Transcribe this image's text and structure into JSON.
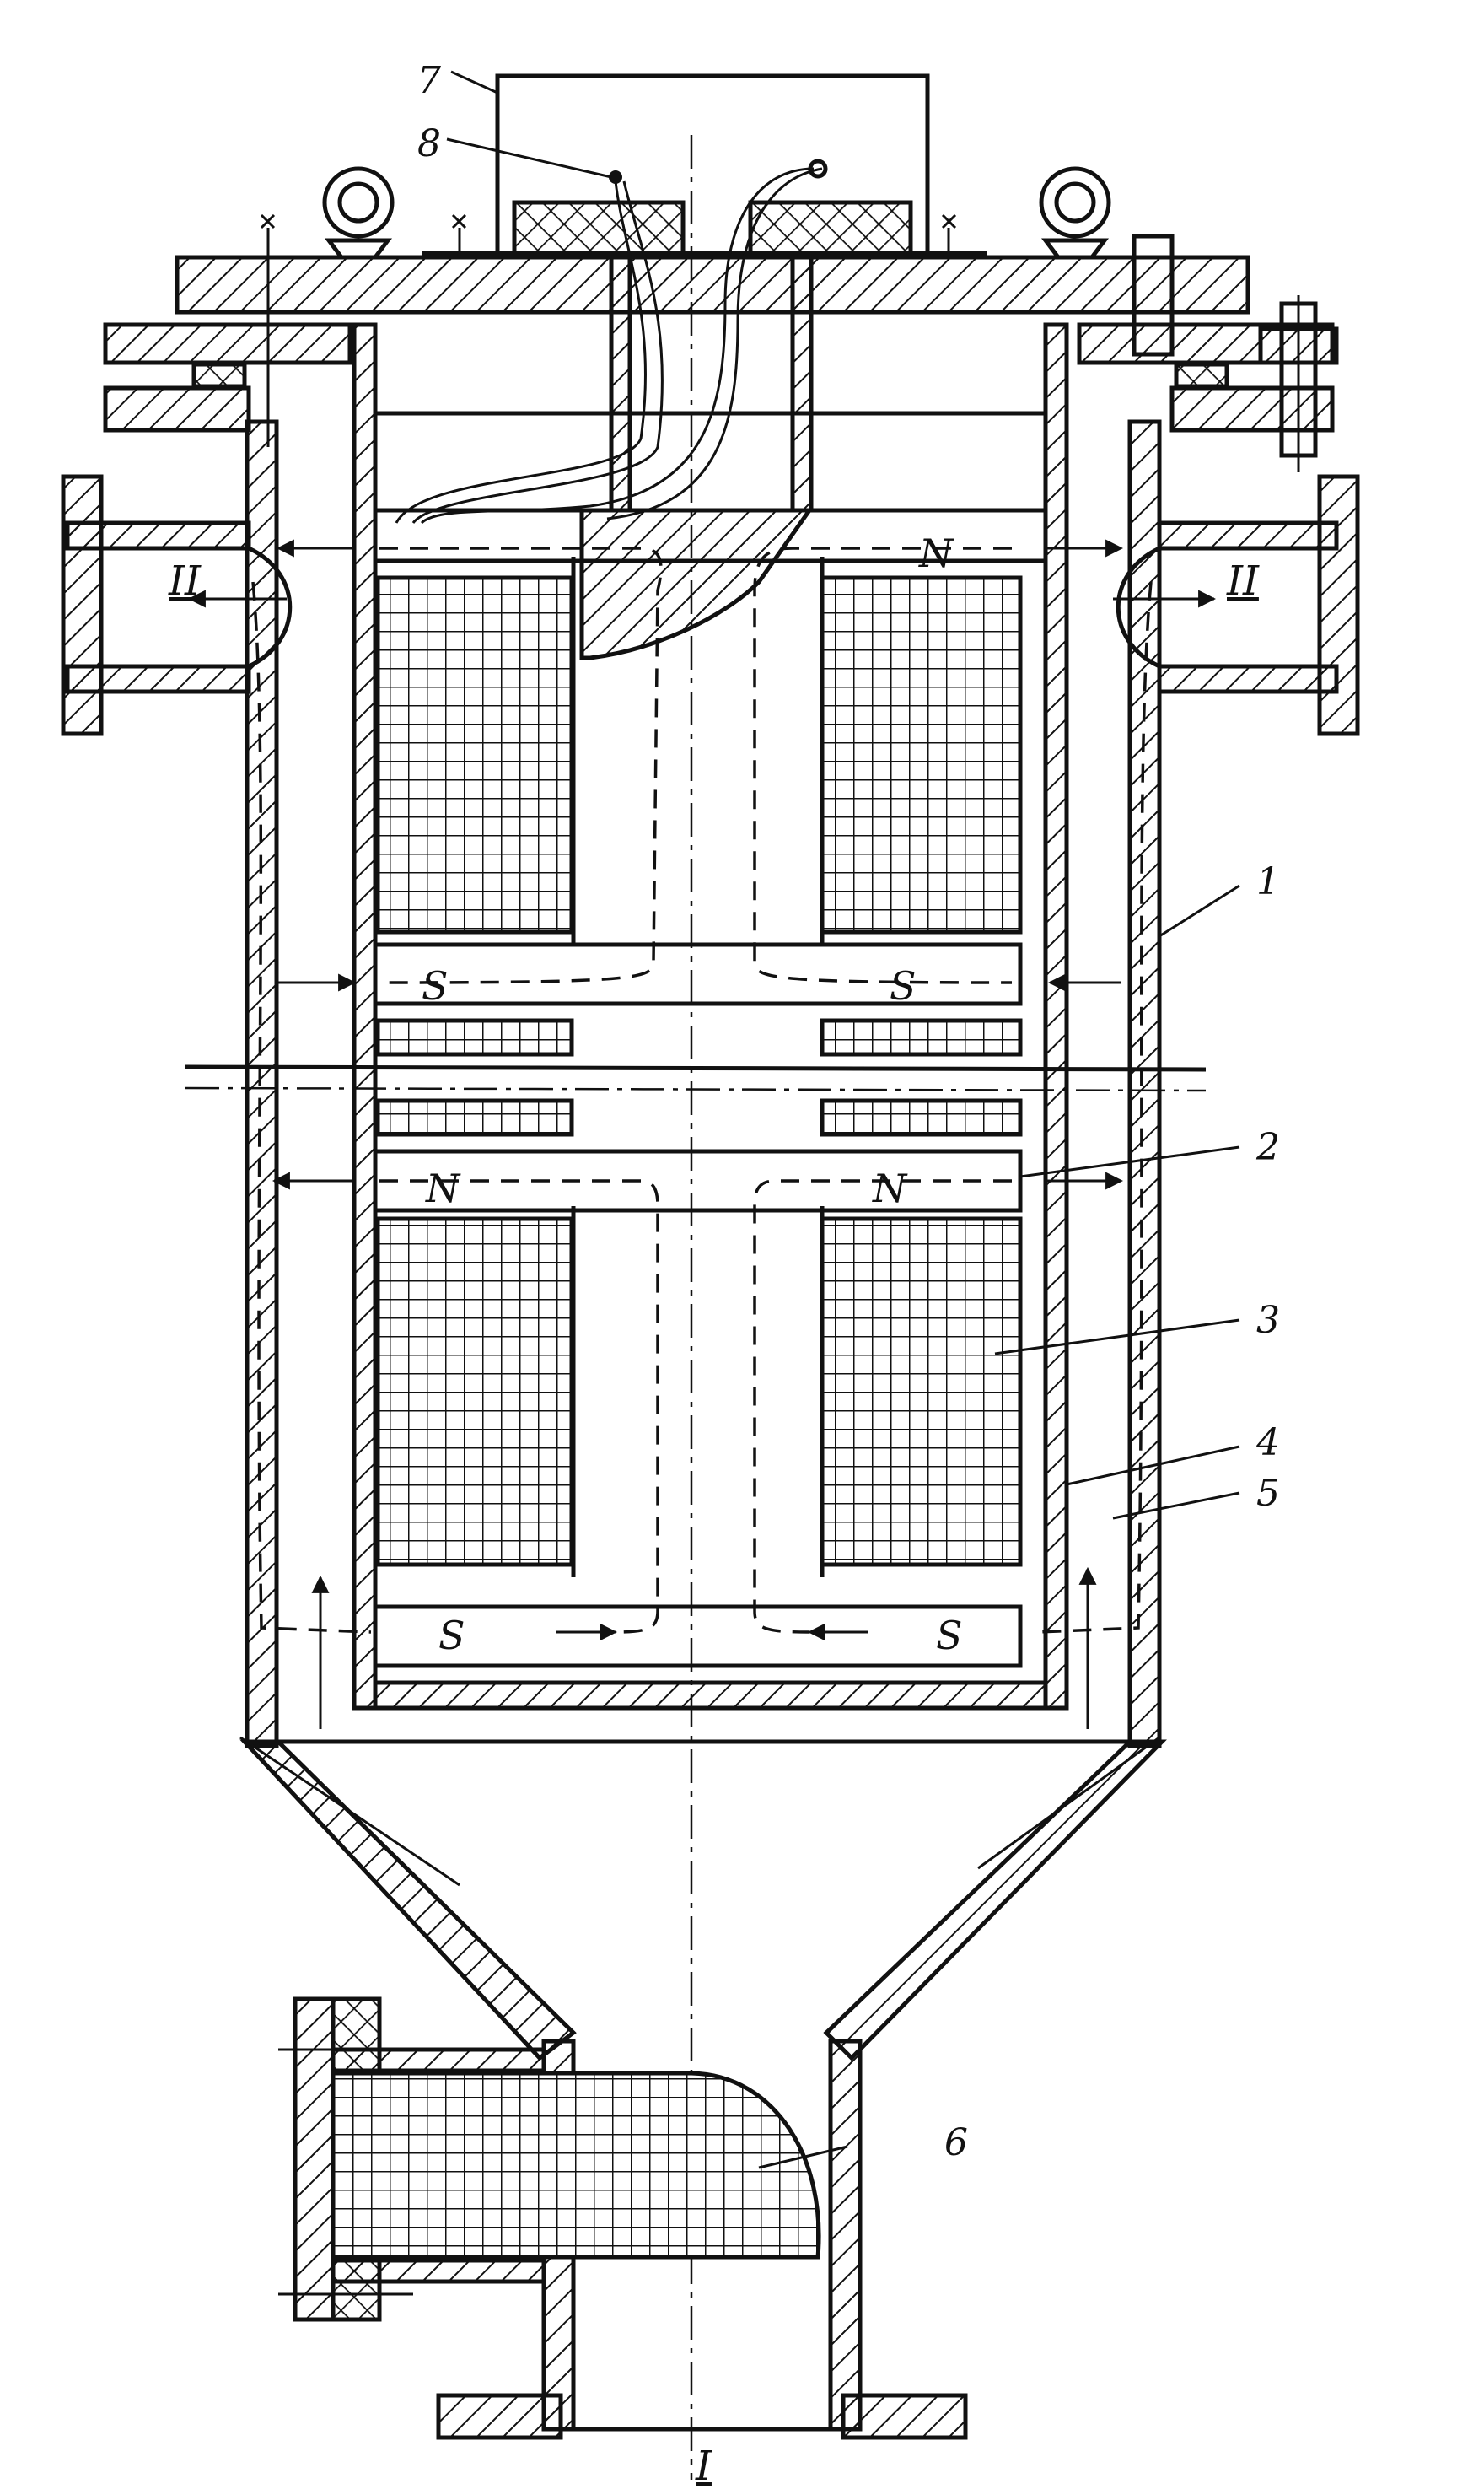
{
  "labels": {
    "l1": "1",
    "l2": "2",
    "l3": "3",
    "l4": "4",
    "l5": "5",
    "l6": "6",
    "l7": "7",
    "l8": "8"
  },
  "poles": {
    "north": "N",
    "south": "S"
  },
  "flows": {
    "inlet": "I",
    "outlet": "II"
  }
}
